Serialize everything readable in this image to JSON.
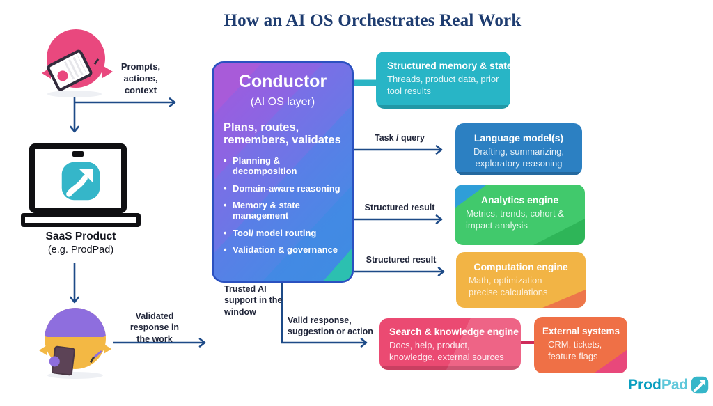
{
  "title": "How an AI OS Orchestrates Real Work",
  "left_flow": {
    "prompts_label": "Prompts, actions, context",
    "saas_title": "SaaS Product",
    "saas_subtitle": "(e.g. ProdPad)",
    "validated_label": "Validated response in the work"
  },
  "conductor": {
    "title": "Conductor",
    "subtitle": "(AI OS layer)",
    "tagline": "Plans, routes, remembers, validates",
    "bullets": [
      "Planning & decomposition",
      "Domain-aware reasoning",
      "Memory & state management",
      "Tool/ model routing",
      "Validation & governance"
    ]
  },
  "engines": {
    "memory": {
      "title": "Structured memory & state",
      "desc": "Threads, product data, prior tool results"
    },
    "language": {
      "title": "Language model(s)",
      "desc": "Drafting, summarizing, exploratory reasoning"
    },
    "analytics": {
      "title": "Analytics engine",
      "desc": "Metrics, trends, cohort & impact analysis"
    },
    "computation": {
      "title": "Computation engine",
      "desc": "Math, optimization precise calculations"
    },
    "search": {
      "title": "Search & knowledge engine",
      "desc": "Docs, help, product, knowledge, external sources"
    },
    "external": {
      "title": "External systems",
      "desc": "CRM, tickets, feature flags"
    }
  },
  "edge_labels": {
    "task_query": "Task / query",
    "structured_result": "Structured result",
    "trusted_support": "Trusted AI support in the window",
    "valid_response": "Valid response, suggestion or action"
  },
  "footer": {
    "brand_bold": "Prod",
    "brand_light": "Pad"
  },
  "icons": {
    "prodpad_arrow": "teal rounded square with white up-right arrow",
    "laptop": "black outline laptop",
    "prompt_character": "pink round character holding clipboard",
    "response_character": "yellow round character with purple cap holding tablet"
  },
  "colors": {
    "arrow_navy": "#1d4a87",
    "title_navy": "#1e3c70",
    "conductor_purple": "#a85bd9",
    "conductor_blue": "#3f8ce2",
    "memory_teal": "#28b5c6",
    "language_blue": "#2c80c2",
    "analytics_green": "#41c96c",
    "computation_yellow": "#f2b445",
    "search_pink": "#eb4a72",
    "external_orange": "#ef7046",
    "brand_teal": "#35b6c9"
  }
}
